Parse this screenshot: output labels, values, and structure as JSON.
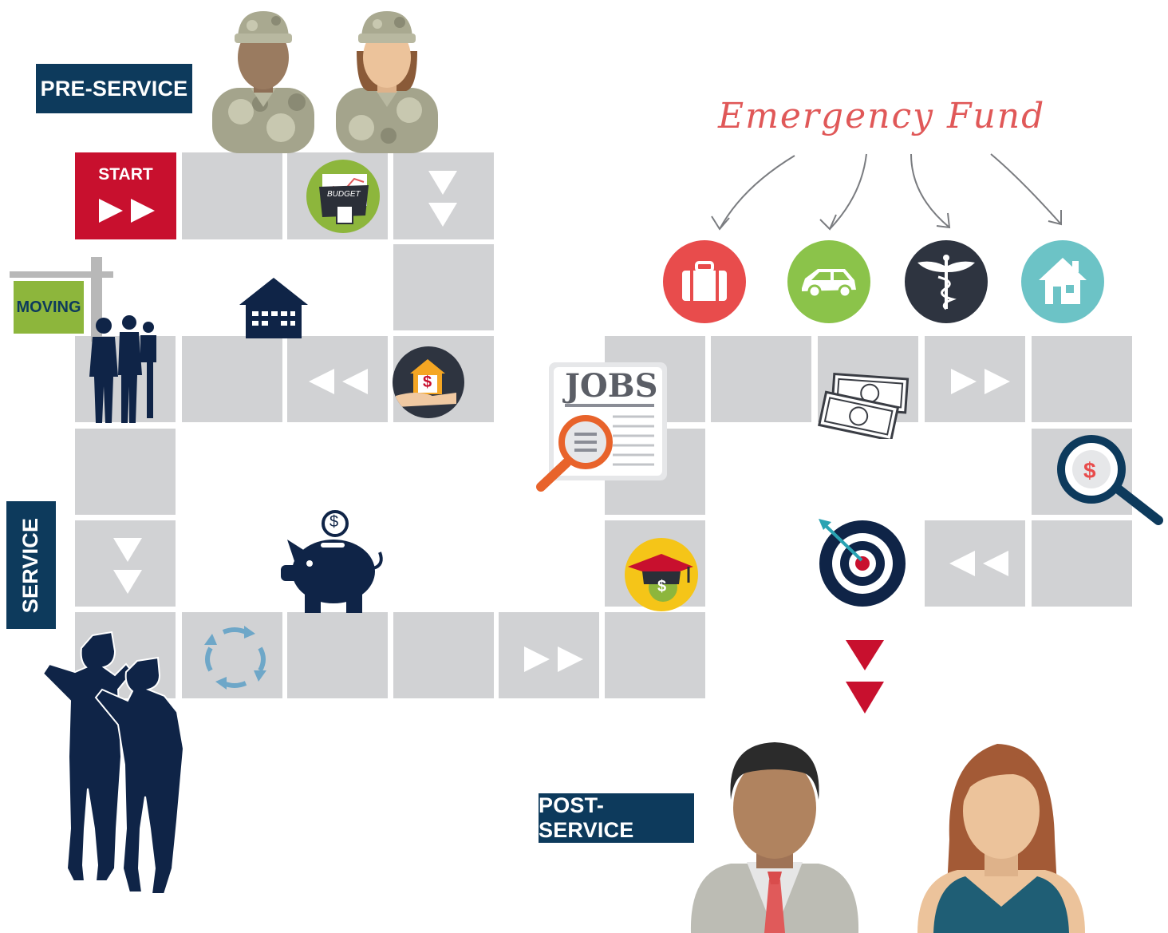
{
  "labels": {
    "pre_service": "PRE-SERVICE",
    "service": "SERVICE",
    "post_service": "POST-SERVICE",
    "start": "START",
    "moving": "MOVING",
    "emergency_fund": "Emergency Fund",
    "budget": "BUDGET",
    "jobs": "JOBS",
    "dollar": "$"
  },
  "colors": {
    "tile": "#d1d2d4",
    "navy": "#0d3a5c",
    "silhouette": "#0f2447",
    "start_red": "#c8102e",
    "arrow_red": "#c8102e",
    "suitcase_red": "#e84c4c",
    "car_green": "#8bc34a",
    "caduceus_dark": "#2e3440",
    "house_teal": "#6cc3c6",
    "budget_green": "#8db63c",
    "grad_yellow": "#f5c518"
  },
  "icons": [
    "soldier-male-icon",
    "soldier-female-icon",
    "budget-icon",
    "house-icon",
    "family-silhouette-icon",
    "home-loan-icon",
    "piggy-bank-icon",
    "cycle-arrows-icon",
    "saluting-soldiers-icon",
    "jobs-newspaper-icon",
    "graduation-cap-dollar-icon",
    "suitcase-icon",
    "car-icon",
    "caduceus-icon",
    "home-icon",
    "cash-icon",
    "magnifier-dollar-icon",
    "target-icon",
    "businessman-icon",
    "businesswoman-icon"
  ]
}
